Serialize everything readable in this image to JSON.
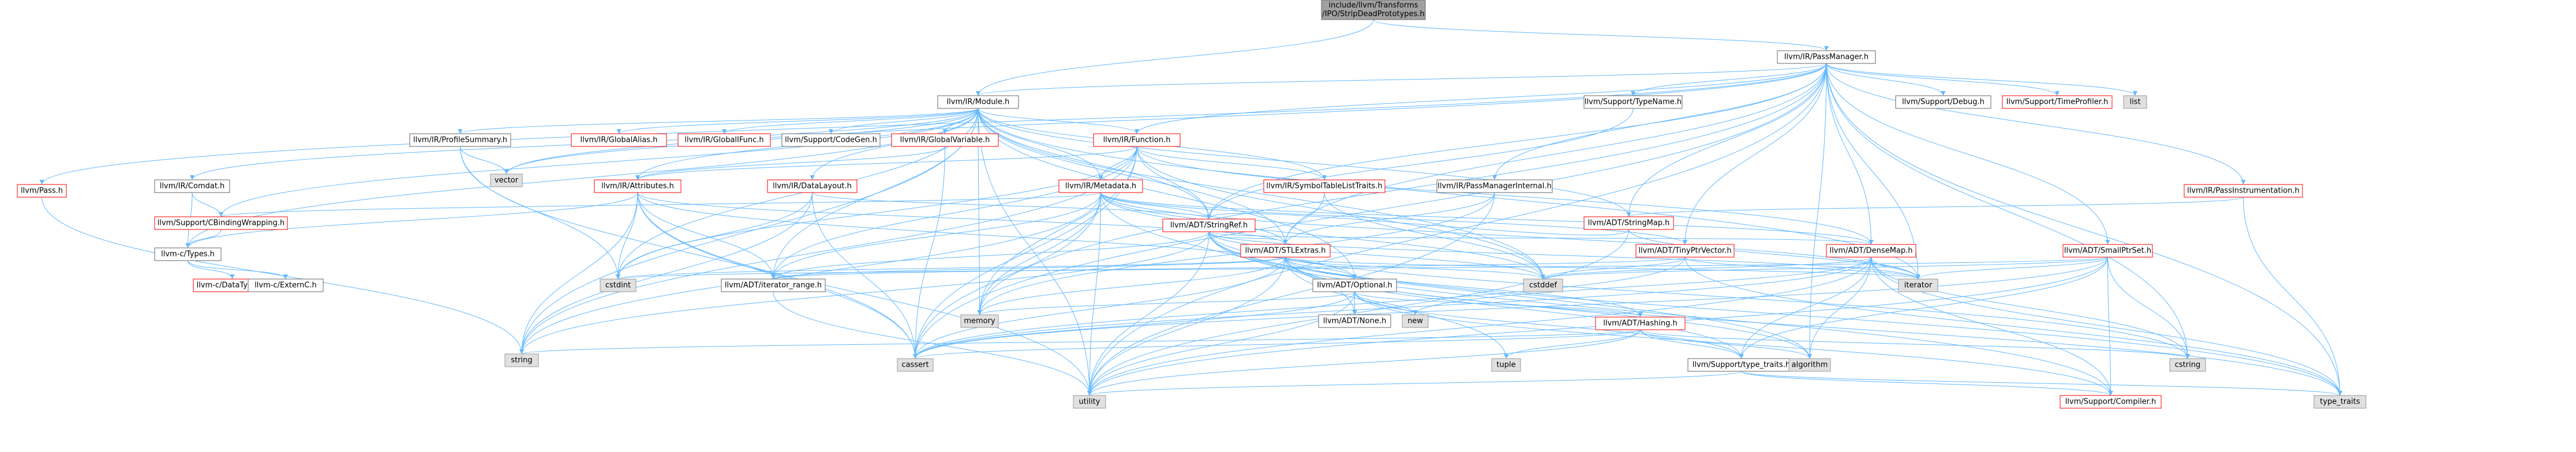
{
  "colors": {
    "root_fill": "#a0a0a0",
    "normal_fill": "#ffffff",
    "normal_stroke": "#666666",
    "truncated_stroke": "#ff0000",
    "external_fill": "#e0e0e0",
    "external_stroke": "#999999",
    "edge": "#63b8ff",
    "text": "#000000",
    "red_text": "#000000"
  },
  "nodes": [
    {
      "id": "root",
      "label": "include/llvm/Transforms\n/IPO/StripDeadPrototypes.h",
      "kind": "root"
    },
    {
      "id": "pm",
      "label": "llvm/IR/PassManager.h",
      "kind": "normal"
    },
    {
      "id": "mod",
      "label": "llvm/IR/Module.h",
      "kind": "normal"
    },
    {
      "id": "typename",
      "label": "llvm/Support/TypeName.h",
      "kind": "normal"
    },
    {
      "id": "debug",
      "label": "llvm/Support/Debug.h",
      "kind": "normal"
    },
    {
      "id": "timeprof",
      "label": "llvm/Support/TimeProfiler.h",
      "kind": "truncated"
    },
    {
      "id": "list",
      "label": "list",
      "kind": "external"
    },
    {
      "id": "pass",
      "label": "llvm/Pass.h",
      "kind": "truncated"
    },
    {
      "id": "profsum",
      "label": "llvm/IR/ProfileSummary.h",
      "kind": "normal"
    },
    {
      "id": "galias",
      "label": "llvm/IR/GlobalAlias.h",
      "kind": "truncated"
    },
    {
      "id": "gifunc",
      "label": "llvm/IR/GlobalIFunc.h",
      "kind": "truncated"
    },
    {
      "id": "codegen",
      "label": "llvm/Support/CodeGen.h",
      "kind": "normal"
    },
    {
      "id": "gvar",
      "label": "llvm/IR/GlobalVariable.h",
      "kind": "truncated"
    },
    {
      "id": "func",
      "label": "llvm/IR/Function.h",
      "kind": "truncated"
    },
    {
      "id": "passinst",
      "label": "llvm/IR/PassInstrumentation.h",
      "kind": "truncated"
    },
    {
      "id": "comdat",
      "label": "llvm/IR/Comdat.h",
      "kind": "normal"
    },
    {
      "id": "vector",
      "label": "vector",
      "kind": "external"
    },
    {
      "id": "attrs",
      "label": "llvm/IR/Attributes.h",
      "kind": "truncated"
    },
    {
      "id": "dl",
      "label": "llvm/IR/DataLayout.h",
      "kind": "truncated"
    },
    {
      "id": "md",
      "label": "llvm/IR/Metadata.h",
      "kind": "truncated"
    },
    {
      "id": "symtab",
      "label": "llvm/IR/SymbolTableListTraits.h",
      "kind": "truncated"
    },
    {
      "id": "pmint",
      "label": "llvm/IR/PassManagerInternal.h",
      "kind": "normal"
    },
    {
      "id": "cbind",
      "label": "llvm/Support/CBindingWrapping.h",
      "kind": "truncated"
    },
    {
      "id": "sref",
      "label": "llvm/ADT/StringRef.h",
      "kind": "truncated"
    },
    {
      "id": "smap",
      "label": "llvm/ADT/StringMap.h",
      "kind": "truncated"
    },
    {
      "id": "ctypes",
      "label": "llvm-c/Types.h",
      "kind": "normal"
    },
    {
      "id": "stlext",
      "label": "llvm/ADT/STLExtras.h",
      "kind": "truncated"
    },
    {
      "id": "tinyptr",
      "label": "llvm/ADT/TinyPtrVector.h",
      "kind": "truncated"
    },
    {
      "id": "dmap",
      "label": "llvm/ADT/DenseMap.h",
      "kind": "truncated"
    },
    {
      "id": "sptrset",
      "label": "llvm/ADT/SmallPtrSet.h",
      "kind": "truncated"
    },
    {
      "id": "cdatat",
      "label": "llvm-c/DataTypes.h",
      "kind": "truncated"
    },
    {
      "id": "cextern",
      "label": "llvm-c/ExternC.h",
      "kind": "normal"
    },
    {
      "id": "cstdint",
      "label": "cstdint",
      "kind": "external"
    },
    {
      "id": "itrange",
      "label": "llvm/ADT/iterator_range.h",
      "kind": "normal"
    },
    {
      "id": "optional",
      "label": "llvm/ADT/Optional.h",
      "kind": "normal"
    },
    {
      "id": "cstddef",
      "label": "cstddef",
      "kind": "external"
    },
    {
      "id": "iterator",
      "label": "iterator",
      "kind": "external"
    },
    {
      "id": "memory",
      "label": "memory",
      "kind": "external"
    },
    {
      "id": "new",
      "label": "new",
      "kind": "external"
    },
    {
      "id": "none",
      "label": "llvm/ADT/None.h",
      "kind": "normal"
    },
    {
      "id": "hashing",
      "label": "llvm/ADT/Hashing.h",
      "kind": "truncated"
    },
    {
      "id": "string",
      "label": "string",
      "kind": "external"
    },
    {
      "id": "cassert",
      "label": "cassert",
      "kind": "external"
    },
    {
      "id": "tuple",
      "label": "tuple",
      "kind": "external"
    },
    {
      "id": "typetraits",
      "label": "llvm/Support/type_traits.h",
      "kind": "normal"
    },
    {
      "id": "algorithm",
      "label": "algorithm",
      "kind": "external"
    },
    {
      "id": "cstring",
      "label": "cstring",
      "kind": "external"
    },
    {
      "id": "utility",
      "label": "utility",
      "kind": "external"
    },
    {
      "id": "compiler",
      "label": "llvm/Support/Compiler.h",
      "kind": "truncated"
    },
    {
      "id": "typetraitsstd",
      "label": "type_traits",
      "kind": "external"
    }
  ],
  "edges": [
    [
      "root",
      "pm"
    ],
    [
      "root",
      "mod"
    ],
    [
      "pm",
      "mod"
    ],
    [
      "pm",
      "typename"
    ],
    [
      "pm",
      "debug"
    ],
    [
      "pm",
      "timeprof"
    ],
    [
      "pm",
      "list"
    ],
    [
      "pm",
      "pass"
    ],
    [
      "pm",
      "func"
    ],
    [
      "pm",
      "passinst"
    ],
    [
      "pm",
      "pmint"
    ],
    [
      "pm",
      "sref"
    ],
    [
      "pm",
      "smap"
    ],
    [
      "pm",
      "stlext"
    ],
    [
      "pm",
      "tinyptr"
    ],
    [
      "pm",
      "dmap"
    ],
    [
      "pm",
      "sptrset"
    ],
    [
      "pm",
      "algorithm"
    ],
    [
      "pm",
      "cassert"
    ],
    [
      "pm",
      "cstring"
    ],
    [
      "pm",
      "iterator"
    ],
    [
      "pm",
      "typetraitsstd"
    ],
    [
      "pm",
      "utility"
    ],
    [
      "pm",
      "vector"
    ],
    [
      "pm",
      "memory"
    ],
    [
      "mod",
      "profsum"
    ],
    [
      "mod",
      "galias"
    ],
    [
      "mod",
      "gifunc"
    ],
    [
      "mod",
      "codegen"
    ],
    [
      "mod",
      "gvar"
    ],
    [
      "mod",
      "func"
    ],
    [
      "mod",
      "comdat"
    ],
    [
      "mod",
      "vector"
    ],
    [
      "mod",
      "attrs"
    ],
    [
      "mod",
      "dl"
    ],
    [
      "mod",
      "md"
    ],
    [
      "mod",
      "symtab"
    ],
    [
      "mod",
      "cbind"
    ],
    [
      "mod",
      "sref"
    ],
    [
      "mod",
      "smap"
    ],
    [
      "mod",
      "ctypes"
    ],
    [
      "mod",
      "stlext"
    ],
    [
      "mod",
      "itrange"
    ],
    [
      "mod",
      "optional"
    ],
    [
      "mod",
      "cstddef"
    ],
    [
      "mod",
      "cstdint"
    ],
    [
      "mod",
      "iterator"
    ],
    [
      "mod",
      "memory"
    ],
    [
      "mod",
      "string"
    ],
    [
      "mod",
      "utility"
    ],
    [
      "typename",
      "sref"
    ],
    [
      "passinst",
      "smap"
    ],
    [
      "passinst",
      "typetraitsstd"
    ],
    [
      "pass",
      "string"
    ],
    [
      "profsum",
      "vector"
    ],
    [
      "profsum",
      "cstdint"
    ],
    [
      "profsum",
      "cassert"
    ],
    [
      "gvar",
      "attrs"
    ],
    [
      "gvar",
      "cassert"
    ],
    [
      "func",
      "attrs"
    ],
    [
      "func",
      "symtab"
    ],
    [
      "func",
      "md"
    ],
    [
      "func",
      "itrange"
    ],
    [
      "func",
      "sref"
    ],
    [
      "func",
      "cstdint"
    ],
    [
      "func",
      "cassert"
    ],
    [
      "func",
      "cstddef"
    ],
    [
      "func",
      "memory"
    ],
    [
      "func",
      "string"
    ],
    [
      "func",
      "dmap"
    ],
    [
      "comdat",
      "cbind"
    ],
    [
      "comdat",
      "ctypes"
    ],
    [
      "attrs",
      "ctypes"
    ],
    [
      "attrs",
      "stlext"
    ],
    [
      "attrs",
      "itrange"
    ],
    [
      "attrs",
      "cassert"
    ],
    [
      "attrs",
      "cstdint"
    ],
    [
      "attrs",
      "string"
    ],
    [
      "attrs",
      "utility"
    ],
    [
      "attrs",
      "optional"
    ],
    [
      "dl",
      "sref"
    ],
    [
      "dl",
      "cassert"
    ],
    [
      "dl",
      "cstdint"
    ],
    [
      "dl",
      "string"
    ],
    [
      "md",
      "sref"
    ],
    [
      "md",
      "stlext"
    ],
    [
      "md",
      "tinyptr"
    ],
    [
      "md",
      "dmap"
    ],
    [
      "md",
      "itrange"
    ],
    [
      "md",
      "cassert"
    ],
    [
      "md",
      "cstddef"
    ],
    [
      "md",
      "iterator"
    ],
    [
      "md",
      "memory"
    ],
    [
      "md",
      "string"
    ],
    [
      "md",
      "type_traits"
    ],
    [
      "md",
      "utility"
    ],
    [
      "md",
      "none"
    ],
    [
      "md",
      "cbind"
    ],
    [
      "symtab",
      "stlext"
    ],
    [
      "symtab",
      "cstddef"
    ],
    [
      "pmint",
      "stlext"
    ],
    [
      "pmint",
      "memory"
    ],
    [
      "pmint",
      "utility"
    ],
    [
      "cbind",
      "ctypes"
    ],
    [
      "ctypes",
      "cdatat"
    ],
    [
      "ctypes",
      "cextern"
    ],
    [
      "sref",
      "stlext"
    ],
    [
      "sref",
      "iterator"
    ],
    [
      "sref",
      "string"
    ],
    [
      "sref",
      "utility"
    ],
    [
      "sref",
      "cstddef"
    ],
    [
      "sref",
      "cstring"
    ],
    [
      "sref",
      "algorithm"
    ],
    [
      "sref",
      "compiler"
    ],
    [
      "sref",
      "typetraitsstd"
    ],
    [
      "sref",
      "itrange"
    ],
    [
      "sref",
      "dmap"
    ],
    [
      "smap",
      "iterator"
    ],
    [
      "smap",
      "utility"
    ],
    [
      "smap",
      "sref"
    ],
    [
      "stlext",
      "optional"
    ],
    [
      "stlext",
      "itrange"
    ],
    [
      "stlext",
      "cassert"
    ],
    [
      "stlext",
      "cstddef"
    ],
    [
      "stlext",
      "cstdint"
    ],
    [
      "stlext",
      "iterator"
    ],
    [
      "stlext",
      "memory"
    ],
    [
      "stlext",
      "tuple"
    ],
    [
      "stlext",
      "typetraitsstd"
    ],
    [
      "stlext",
      "utility"
    ],
    [
      "stlext",
      "algorithm"
    ],
    [
      "stlext",
      "typetraits"
    ],
    [
      "stlext",
      "hashing"
    ],
    [
      "tinyptr",
      "cassert"
    ],
    [
      "tinyptr",
      "cstddef"
    ],
    [
      "tinyptr",
      "iterator"
    ],
    [
      "tinyptr",
      "typetraitsstd"
    ],
    [
      "tinyptr",
      "itrange"
    ],
    [
      "dmap",
      "algorithm"
    ],
    [
      "dmap",
      "cassert"
    ],
    [
      "dmap",
      "cstddef"
    ],
    [
      "dmap",
      "cstring"
    ],
    [
      "dmap",
      "iterator"
    ],
    [
      "dmap",
      "new"
    ],
    [
      "dmap",
      "typetraitsstd"
    ],
    [
      "dmap",
      "utility"
    ],
    [
      "dmap",
      "compiler"
    ],
    [
      "dmap",
      "typetraits"
    ],
    [
      "sptrset",
      "cassert"
    ],
    [
      "sptrset",
      "cstddef"
    ],
    [
      "sptrset",
      "cstdint"
    ],
    [
      "sptrset",
      "cstring"
    ],
    [
      "sptrset",
      "iterator"
    ],
    [
      "sptrset",
      "utility"
    ],
    [
      "sptrset",
      "compiler"
    ],
    [
      "sptrset",
      "typetraits"
    ],
    [
      "itrange",
      "utility"
    ],
    [
      "optional",
      "none"
    ],
    [
      "optional",
      "typetraits"
    ],
    [
      "optional",
      "cassert"
    ],
    [
      "optional",
      "memory"
    ],
    [
      "optional",
      "new"
    ],
    [
      "optional",
      "utility"
    ],
    [
      "optional",
      "compiler"
    ],
    [
      "optional",
      "hashing"
    ],
    [
      "hashing",
      "algorithm"
    ],
    [
      "hashing",
      "cassert"
    ],
    [
      "hashing",
      "cstring"
    ],
    [
      "hashing",
      "string"
    ],
    [
      "hashing",
      "tuple"
    ],
    [
      "hashing",
      "utility"
    ],
    [
      "hashing",
      "typetraits"
    ],
    [
      "typetraits",
      "typetraitsstd"
    ],
    [
      "typetraits",
      "utility"
    ],
    [
      "typetraits",
      "compiler"
    ]
  ]
}
